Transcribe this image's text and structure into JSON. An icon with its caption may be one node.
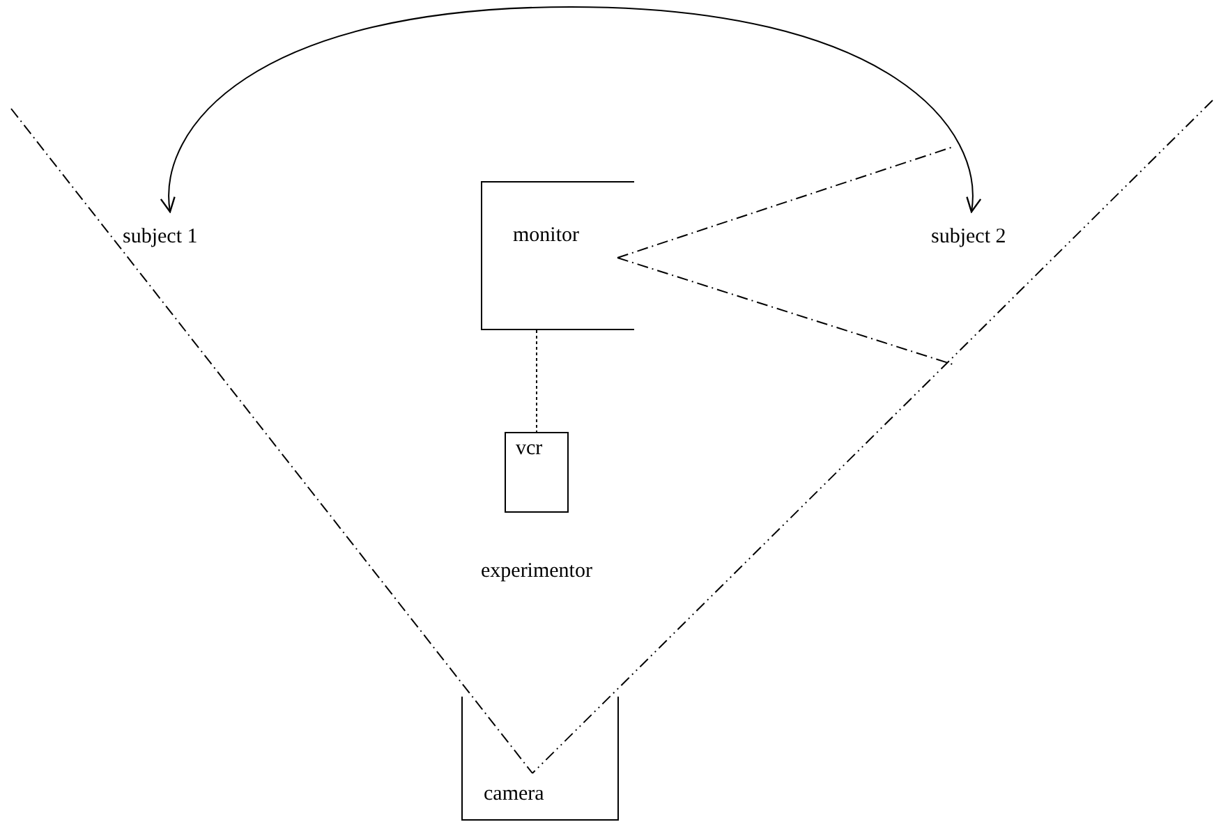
{
  "diagram": {
    "nodes": [
      {
        "text": [
          "subject 1"
        ]
      },
      {
        "text": [
          "monitor"
        ]
      },
      {
        "text": [
          "subject 2"
        ]
      },
      {
        "text": [
          "vcr"
        ]
      },
      {
        "text": [
          "experimentor"
        ]
      },
      {
        "text": [
          "camera"
        ]
      }
    ],
    "edges": [
      {
        "from": 0,
        "to": 2,
        "arrow": "both"
      },
      {
        "from": 1,
        "to": 3,
        "arrow": "none",
        "style": "dashed"
      }
    ]
  }
}
